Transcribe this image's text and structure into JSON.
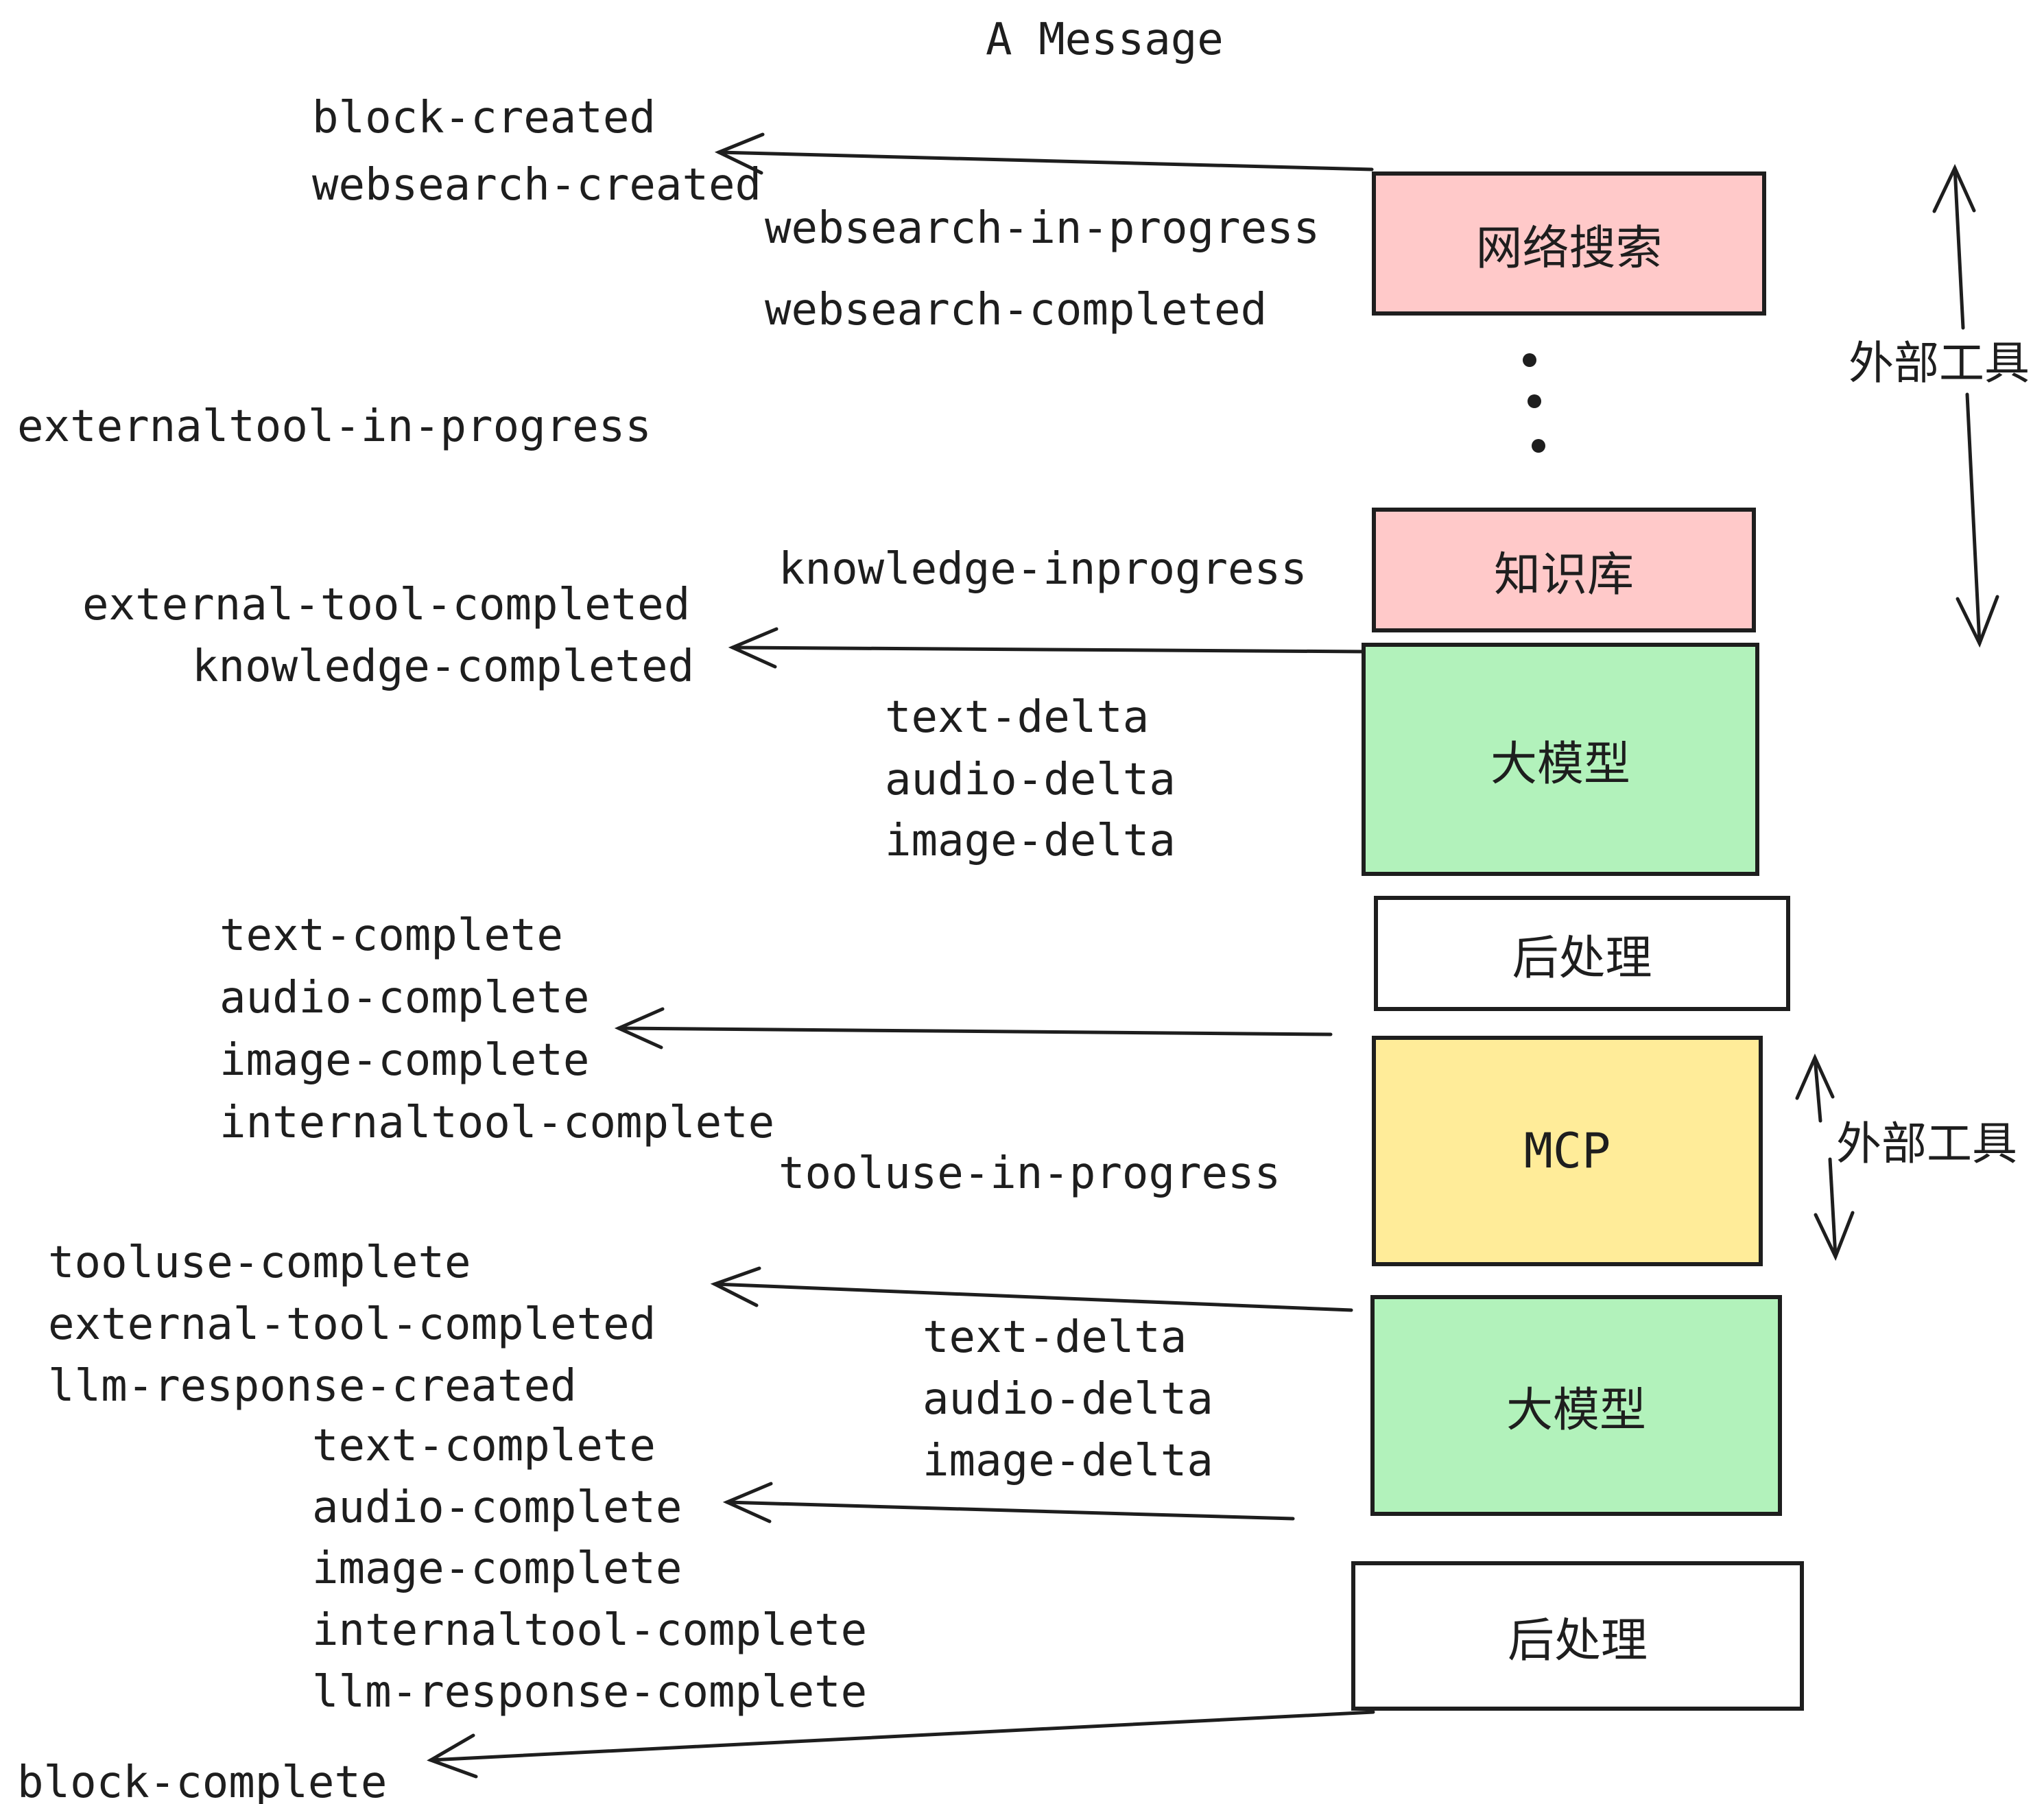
{
  "title": "A Message",
  "events": {
    "block_created": "block-created",
    "websearch_created": "websearch-created",
    "websearch_in_progress": "websearch-in-progress",
    "websearch_completed": "websearch-completed",
    "externaltool_in_progress": "externaltool-in-progress",
    "knowledge_inprogress": "knowledge-inprogress",
    "external_tool_completed": "external-tool-completed",
    "knowledge_completed": "knowledge-completed",
    "text_delta_1": "text-delta",
    "audio_delta_1": "audio-delta",
    "image_delta_1": "image-delta",
    "text_complete_1": "text-complete",
    "audio_complete_1": "audio-complete",
    "image_complete_1": "image-complete",
    "internaltool_complete_1": "internaltool-complete",
    "tooluse_in_progress": "tooluse-in-progress",
    "tooluse_complete": "tooluse-complete",
    "external_tool_completed_2": "external-tool-completed",
    "llm_response_created": "llm-response-created",
    "text_delta_2": "text-delta",
    "audio_delta_2": "audio-delta",
    "image_delta_2": "image-delta",
    "text_complete_2": "text-complete",
    "audio_complete_2": "audio-complete",
    "image_complete_2": "image-complete",
    "internaltool_complete_2": "internaltool-complete",
    "llm_response_complete": "llm-response-complete",
    "block_complete": "block-complete"
  },
  "boxes": [
    {
      "id": "websearch",
      "label": "网络搜索",
      "fill": "#ffc9c9"
    },
    {
      "id": "knowledge",
      "label": "知识库",
      "fill": "#ffc9c9"
    },
    {
      "id": "llm-1",
      "label": "大模型",
      "fill": "#b2f2bb"
    },
    {
      "id": "post-1",
      "label": "后处理",
      "fill": "#ffffff"
    },
    {
      "id": "mcp",
      "label": "MCP",
      "fill": "#ffec99"
    },
    {
      "id": "llm-2",
      "label": "大模型",
      "fill": "#b2f2bb"
    },
    {
      "id": "post-2",
      "label": "后处理",
      "fill": "#ffffff"
    }
  ],
  "side_labels": {
    "external_tools_top": "外部工具",
    "external_tools_bottom": "外部工具"
  },
  "ellipsis_dots": 3,
  "colors": {
    "ink": "#1e1e1e",
    "pink": "#ffc9c9",
    "green": "#b2f2bb",
    "yellow": "#ffec99",
    "white": "#ffffff"
  }
}
